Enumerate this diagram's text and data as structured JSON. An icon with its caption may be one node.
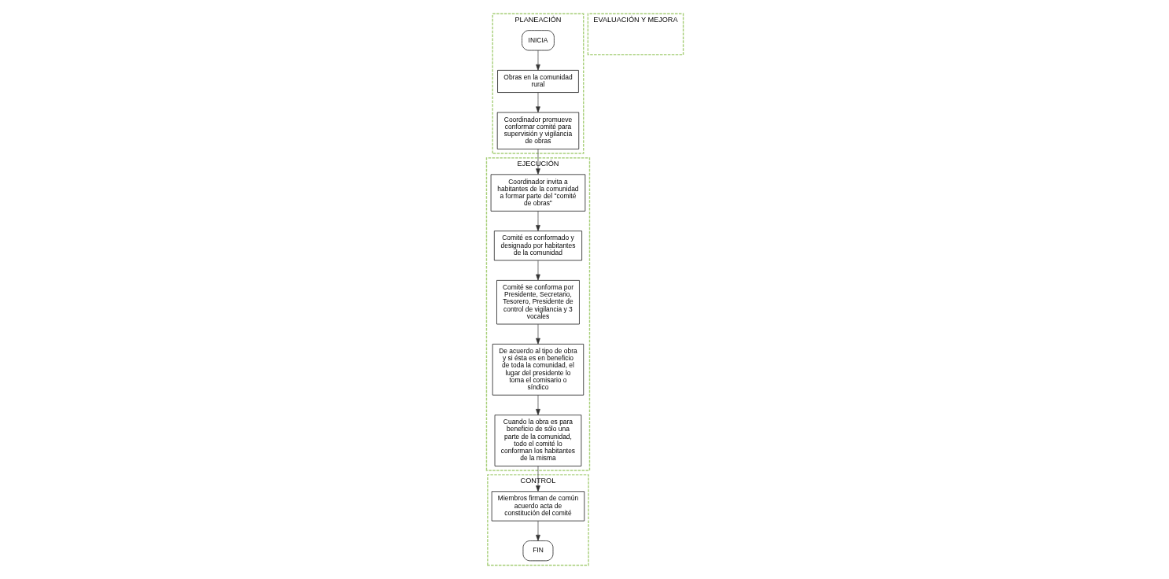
{
  "diagram": {
    "nodes": [
      {
        "text": [
          "PLANEACIÓN"
        ]
      },
      {
        "text": [
          "EJECUCIÓN"
        ]
      },
      {
        "text": [
          "CONTROL"
        ]
      },
      {
        "text": [
          "EVALUACIÓN Y MEJORA"
        ]
      },
      {
        "text": [
          "INICIA"
        ],
        "in": 0
      },
      {
        "text": [
          "Obras en la comunidad rural"
        ],
        "in": 0
      },
      {
        "text": [
          "Coordinador promueve conformar comité para supervisión y vigilancia de obras"
        ],
        "in": 0
      },
      {
        "text": [
          "Coordinador invita a habitantes de la comunidad a formar parte del \"comité de obras\""
        ],
        "in": 1
      },
      {
        "text": [
          "Comité es conformado y designado por habitantes de la comunidad"
        ],
        "in": 1
      },
      {
        "text": [
          "Comité se conforma por Presidente, Secretario, Tesorero, Presidente de control de vigilancia y 3 vocales"
        ],
        "in": 1
      },
      {
        "text": [
          "De acuerdo al tipo de obra y si ésta es en beneficio de toda la comunidad, el lugar del presidente lo toma el comisario o síndico"
        ],
        "in": 1
      },
      {
        "text": [
          "Cuando la obra es para beneficio de sólo una parte de la comunidad, todo el comité lo conforman los habitantes de la misma"
        ],
        "in": 1
      },
      {
        "text": [
          "FIN"
        ],
        "in": 2
      },
      {
        "text": [
          "Miembros firman de común acuerdo acta de constitución del comité"
        ],
        "in": 2
      }
    ],
    "edges": [
      {
        "from": 4,
        "to": 5,
        "arrow": "to"
      },
      {
        "from": 5,
        "to": 6,
        "arrow": "to"
      },
      {
        "from": 6,
        "to": 7,
        "arrow": "to"
      },
      {
        "from": 7,
        "to": 8,
        "arrow": "to"
      },
      {
        "from": 8,
        "to": 9,
        "arrow": "to"
      },
      {
        "from": 9,
        "to": 10,
        "arrow": "to"
      },
      {
        "from": 10,
        "to": 11,
        "arrow": "to"
      },
      {
        "from": 11,
        "to": 13,
        "arrow": "to"
      },
      {
        "from": 13,
        "to": 12,
        "arrow": "to"
      }
    ]
  }
}
